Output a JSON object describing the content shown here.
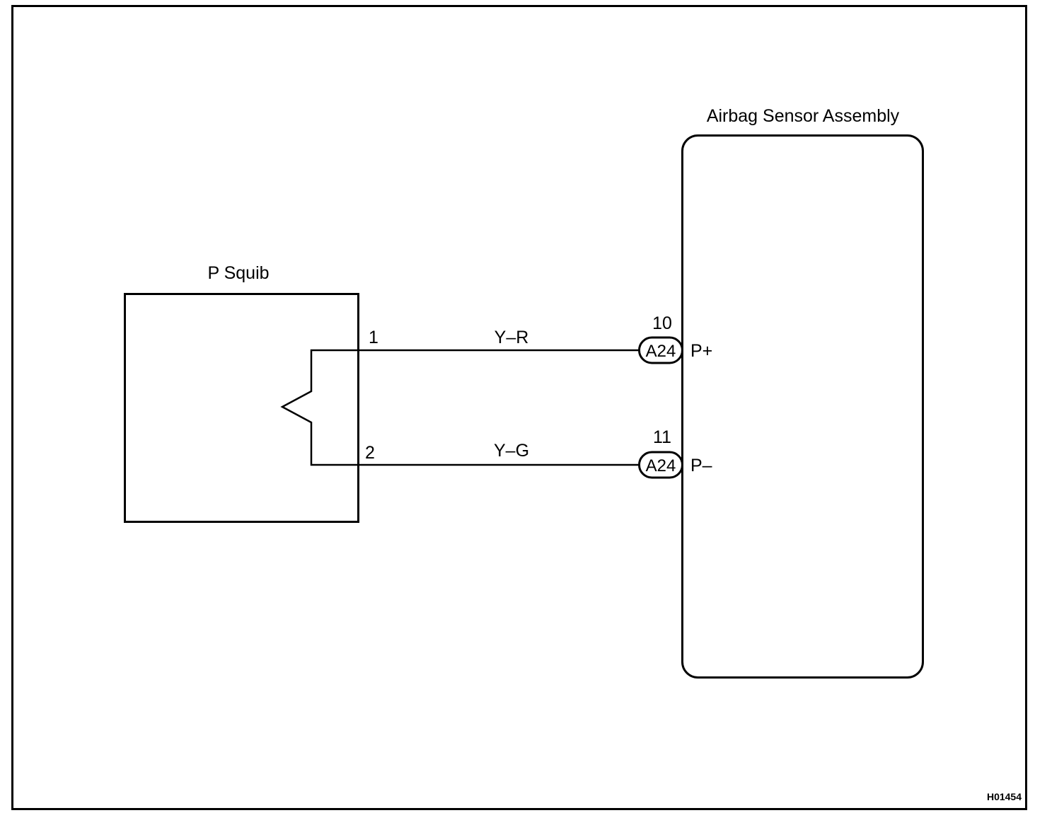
{
  "squib": {
    "label": "P Squib"
  },
  "sensor": {
    "label": "Airbag Sensor Assembly"
  },
  "wires": [
    {
      "squib_pin": "1",
      "color_code": "Y–R",
      "sensor_pin": "10",
      "connector": "A24",
      "terminal": "P+"
    },
    {
      "squib_pin": "2",
      "color_code": "Y–G",
      "sensor_pin": "11",
      "connector": "A24",
      "terminal": "P–"
    }
  ],
  "figure_code": "H01454"
}
